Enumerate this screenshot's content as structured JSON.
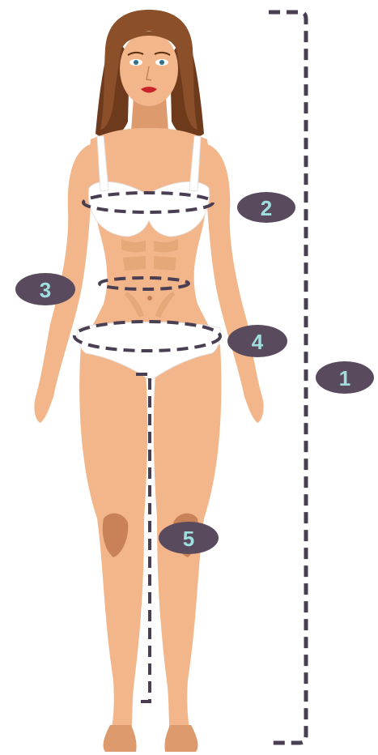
{
  "colors": {
    "background": "#ffffff",
    "skin": "#f2b68a",
    "skin_shadow": "#dd9a6c",
    "skin_dark": "#c98258",
    "hair": "#8b4f2a",
    "hair_dark": "#6e3a1c",
    "underwear": "#ffffff",
    "underwear_shadow": "#e6e3e3",
    "measure_line": "#4a3f52",
    "badge_fill": "#5a4a5e",
    "badge_text": "#9fe0df",
    "lips": "#c8242a"
  },
  "markers": [
    {
      "id": "height",
      "label": "1"
    },
    {
      "id": "bust",
      "label": "2"
    },
    {
      "id": "waist",
      "label": "3"
    },
    {
      "id": "hips",
      "label": "4"
    },
    {
      "id": "inseam",
      "label": "5"
    }
  ]
}
